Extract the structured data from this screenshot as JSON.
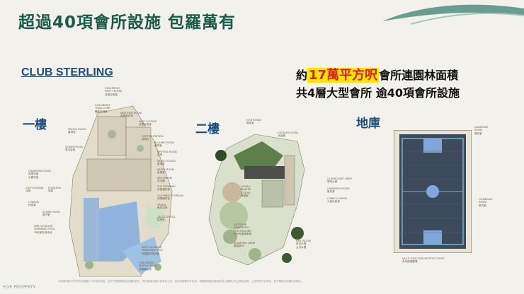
{
  "title": "超過40項會所設施  包羅萬有",
  "club_name": "CLUB STERLING",
  "headline": {
    "prefix": "約",
    "highlight": "17萬平方呎",
    "suffix": "會所連園林面積",
    "line2": "共4層大型會所  逾40項會所設施"
  },
  "floors": {
    "ground": "一樓",
    "first": "二樓",
    "basement": "地庫"
  },
  "ground_labels": [
    "CHILDREN'S\nPARTY ROOM\n兒童派對室",
    "CHILDREN'S\nTRAIN ZONE\n體能訓練區",
    "MEN RESTROOM\n男賓更衣室",
    "KIDS' LOUNGE\n兒童休息室",
    "SNOOK ROOM\n桌球室",
    "STEAM ROOM\n蒸汽浴室",
    "COFFEE STATION\n咖啡站",
    "BILLIARD ROOM\n桌球室",
    "WRITING ROOM\n書房",
    "CHANGING ROOM\n男更衣室\n女更衣室",
    "ICE FOUNTAIN\n冰泉",
    "FOUNTAIN\n噴泉",
    "LOUNGE\n休息室",
    "MUSIC STUDIO\n音樂室",
    "MUSIC ROOM\n音樂室",
    "RESTROOM\n洗手間",
    "TOY STORAGE\n玩具儲存室",
    "CLOTHING STORAGE\n衣物儲存室",
    "SAUNA\n桑拿浴室",
    "STEAM ROOM\n蒸汽室",
    "25M OUTDOOR\nSWIMMING POOL\n25米室外游泳池",
    "JACUZZI POOL\n按摩池",
    "KIDS' OUTDOOR\nSWIMMING POOL\n兒童室外游泳池",
    "CHILDREN'S\nWADING POOL\n兒童嬉水池"
  ],
  "first_labels": [
    "GYM ROOM\n健身室",
    "ICE BATH ROOM\n冰浴室",
    "YOGA &\nPILATES\nSTUDIO\n瑜伽室",
    "OUTDOOR\nCHILDREN'S\nPLAYGROUND\n戶外兒童遊樂場",
    "GLAMPING LAWN\n露營草坪",
    "CLUBHOUSE LOBBY\n會所大堂",
    "CHANGING ROOM\n更衣室",
    "LOBBY LOUNGE\n大堂休息室",
    "RESTROOM\n男洗手間\n女洗手間"
  ],
  "basement_labels": [
    "CHANGING\nROOM\n更衣室",
    "CHANGING\nROOM\n更衣室",
    "MULTI-FUNCTION SPORTS COURT\n多功能運動場"
  ],
  "footnote": "本宣傳資料中的會所設施圖片只作參考用途，並不代表發展項目的最終設計。會所設施名稱只供參考之用。部分設施需另外收費，其開放時間及使用安排以管理公司之規定為準。上述資料只供參考，並不構成任何要約或陳述。",
  "logo": "FLYE PROPERTY",
  "colors": {
    "title": "#1a5a4a",
    "club_name": "#1f4e7a",
    "highlight_bg": "#ffe600",
    "highlight_text": "#e01b1b",
    "pool": "#7fa8d8",
    "court": "#3c4a5e"
  }
}
